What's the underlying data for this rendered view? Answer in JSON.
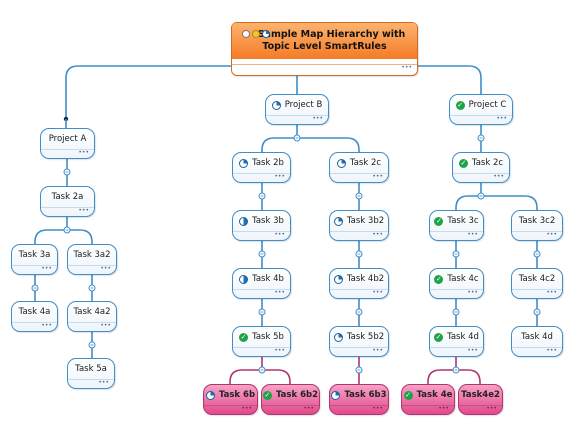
{
  "colors": {
    "line": "#3f8ec9",
    "pink_line": "#b2346f",
    "root_fill": "#f47b26",
    "check": "#1fa34a"
  },
  "root": {
    "line1": "Sample Map Hierarchy  with",
    "line2": "Topic Level SmartRules",
    "icons": [
      "clock-icon",
      "smiley-icon",
      "progress-icon"
    ]
  },
  "topics": {
    "project_a": {
      "label": "Project A"
    },
    "task_2a": {
      "label": "Task 2a"
    },
    "task_3a": {
      "label": "Task 3a"
    },
    "task_3a2": {
      "label": "Task 3a2"
    },
    "task_4a": {
      "label": "Task 4a"
    },
    "task_4a2": {
      "label": "Task 4a2"
    },
    "task_5a": {
      "label": "Task 5a"
    },
    "project_b": {
      "label": "Project B",
      "icon": "progress-icon",
      "progress": 0.25
    },
    "task_2b": {
      "label": "Task 2b",
      "icon": "progress-icon",
      "progress": 0.25
    },
    "task_3b": {
      "label": "Task 3b",
      "icon": "progress-icon",
      "progress": 0.5
    },
    "task_4b": {
      "label": "Task 4b",
      "icon": "progress-icon",
      "progress": 0.5
    },
    "task_5b": {
      "label": "Task 5b",
      "icon": "check-icon",
      "progress": 1
    },
    "task_6b": {
      "label": "Task 6b",
      "icon": "progress-icon",
      "progress": 0.25
    },
    "task_6b2": {
      "label": "Task 6b2",
      "icon": "check-icon",
      "progress": 1
    },
    "task_2c": {
      "label": "Task 2c",
      "icon": "progress-icon",
      "progress": 0.25
    },
    "task_3b2": {
      "label": "Task 3b2",
      "icon": "progress-icon",
      "progress": 0.25
    },
    "task_4b2": {
      "label": "Task 4b2",
      "icon": "progress-icon",
      "progress": 0.25
    },
    "task_5b2": {
      "label": "Task 5b2",
      "icon": "progress-icon",
      "progress": 0.25
    },
    "task_6b3": {
      "label": "Task 6b3",
      "icon": "progress-icon",
      "progress": 0.25
    },
    "project_c": {
      "label": "Project C",
      "icon": "check-icon",
      "progress": 1
    },
    "task_2c_c": {
      "label": "Task 2c",
      "icon": "check-icon",
      "progress": 1
    },
    "task_3c": {
      "label": "Task 3c",
      "icon": "check-icon",
      "progress": 1
    },
    "task_4c": {
      "label": "Task 4c",
      "icon": "check-icon",
      "progress": 1
    },
    "task_4d": {
      "label": "Task 4d",
      "icon": "check-icon",
      "progress": 1
    },
    "task_4e": {
      "label": "Task 4e",
      "icon": "check-icon",
      "progress": 1
    },
    "task_4e2": {
      "label": "Task4e2"
    },
    "task_3c2": {
      "label": "Task 3c2"
    },
    "task_4c2": {
      "label": "Task 4c2"
    },
    "task_4d_2": {
      "label": "Task 4d"
    }
  },
  "more_glyph": "•••"
}
